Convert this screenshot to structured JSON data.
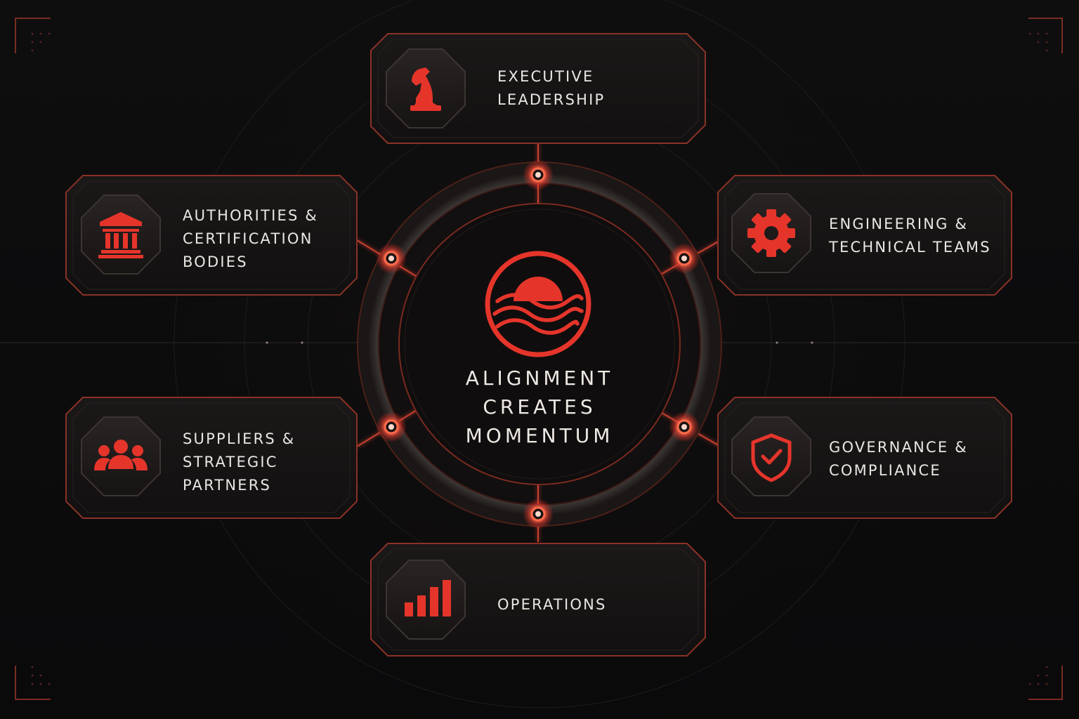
{
  "center": {
    "title_lines": [
      "ALIGNMENT",
      "CREATES",
      "MOMENTUM"
    ],
    "logo": "sun-over-waves-icon"
  },
  "nodes": [
    {
      "id": "executive",
      "lines": [
        "EXECUTIVE",
        "LEADERSHIP"
      ],
      "icon": "chess-knight-icon"
    },
    {
      "id": "authorities",
      "lines": [
        "AUTHORITIES &",
        "CERTIFICATION",
        "BODIES"
      ],
      "icon": "government-building-icon"
    },
    {
      "id": "engineering",
      "lines": [
        "ENGINEERING &",
        "TECHNICAL TEAMS"
      ],
      "icon": "gear-icon"
    },
    {
      "id": "suppliers",
      "lines": [
        "SUPPLIERS &",
        "STRATEGIC",
        "PARTNERS"
      ],
      "icon": "people-group-icon"
    },
    {
      "id": "governance",
      "lines": [
        "GOVERNANCE &",
        "COMPLIANCE"
      ],
      "icon": "shield-check-icon"
    },
    {
      "id": "operations",
      "lines": [
        "OPERATIONS"
      ],
      "icon": "bar-chart-icon"
    }
  ],
  "colors": {
    "accent": "#e5352b",
    "accent_glow": "#ff5a3c",
    "card_fill": "#161414",
    "card_stroke": "#8a3226",
    "text": "#eae6e2",
    "background": "#0b0b0c"
  }
}
